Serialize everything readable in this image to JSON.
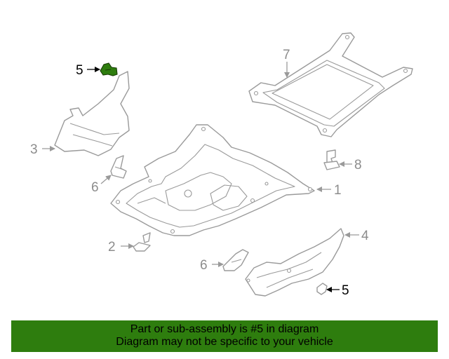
{
  "callouts": {
    "p1": "1",
    "p2": "2",
    "p3": "3",
    "p4": "4",
    "p5_top": "5",
    "p5_bottom": "5",
    "p6_left": "6",
    "p6_bottom": "6",
    "p7": "7",
    "p8": "8"
  },
  "highlight": {
    "part_number": "5",
    "color": "#2e7d0e"
  },
  "banner": {
    "line1": "Part or sub-assembly is #5 in diagram",
    "line2": "Diagram may not be specific to your vehicle"
  }
}
